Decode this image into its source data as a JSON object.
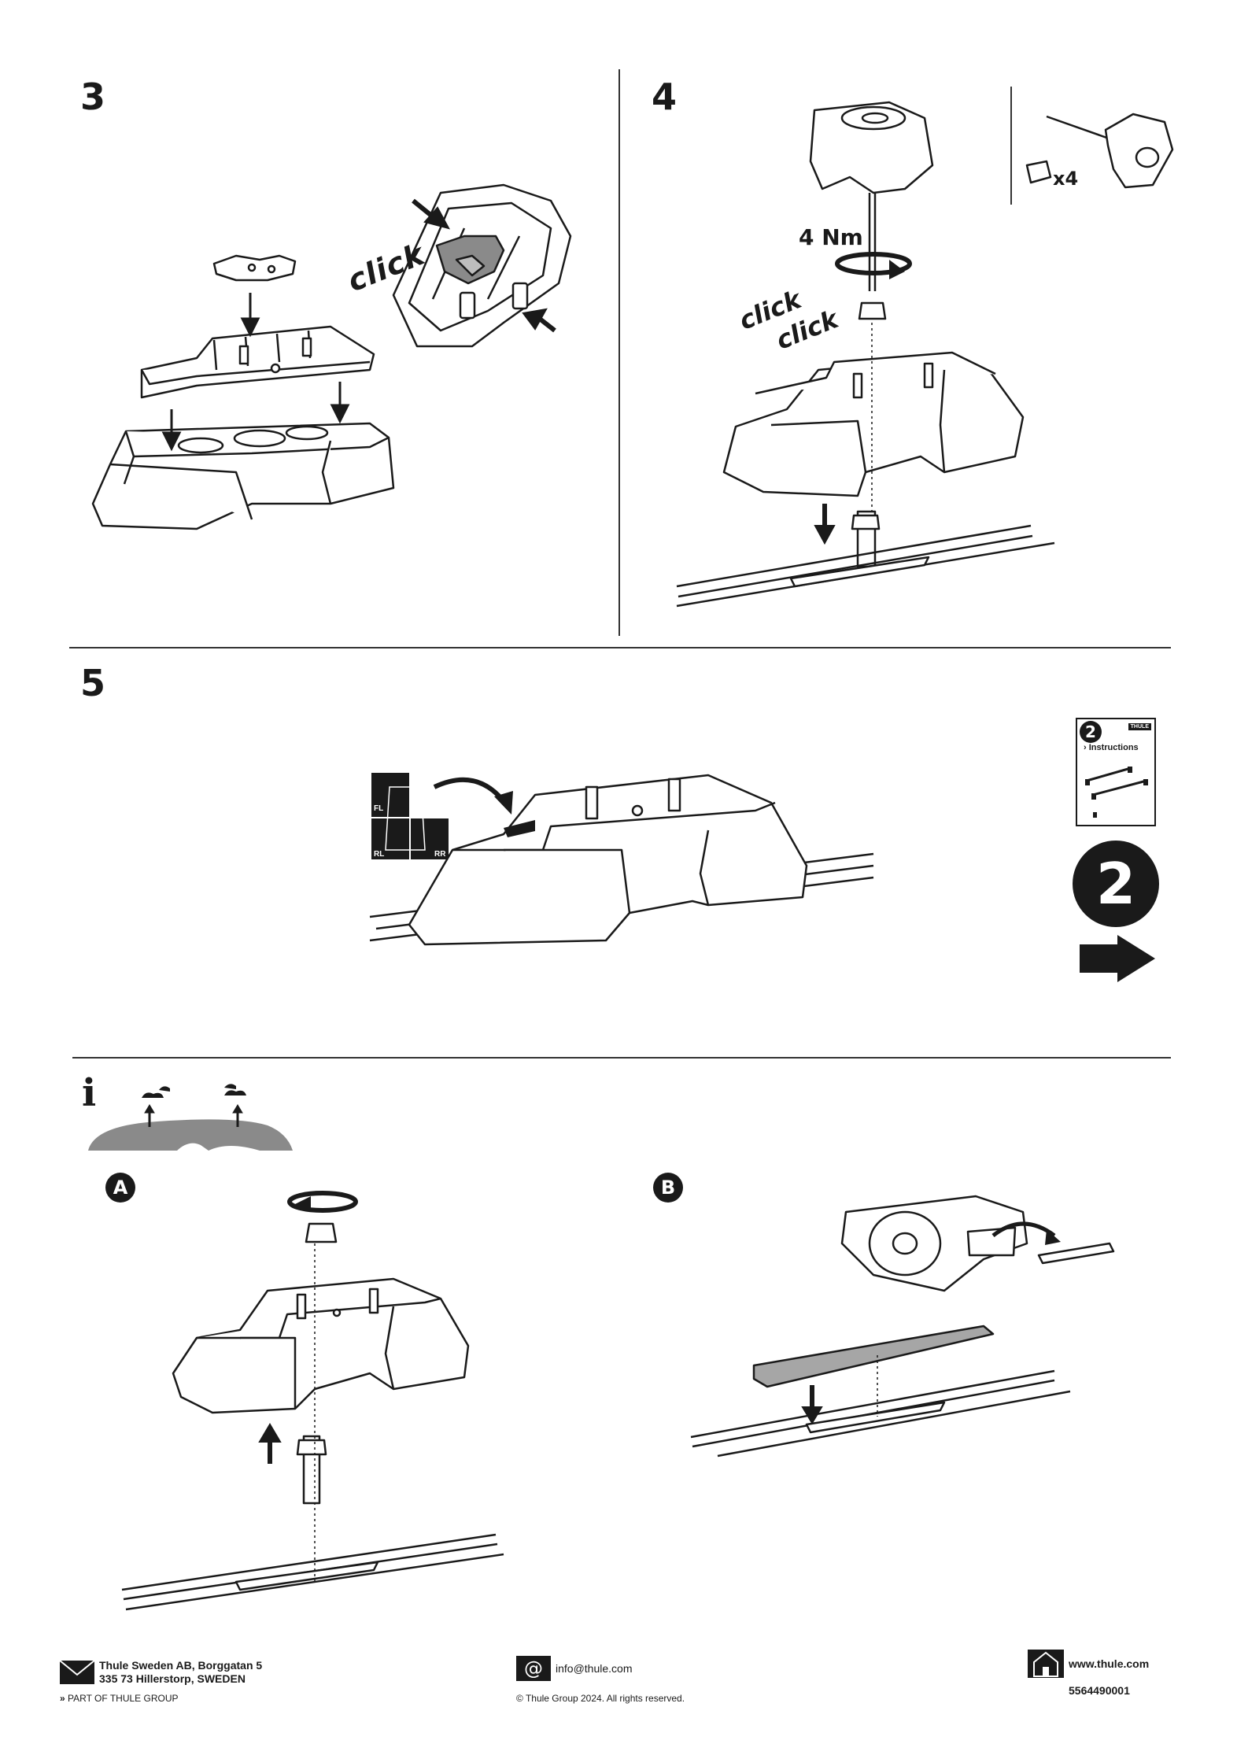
{
  "steps": {
    "step3": {
      "number": "3",
      "click_label": "click"
    },
    "step4": {
      "number": "4",
      "torque": "4 Nm",
      "click_label_1": "click",
      "click_label_2": "click",
      "quantity": "x4"
    },
    "step5": {
      "number": "5",
      "pos_fl": "FL",
      "pos_rl": "RL",
      "pos_rr": "RR"
    }
  },
  "next_instructions": {
    "booklet_number": "2",
    "booklet_brand": "THULE",
    "booklet_title": "› Instructions",
    "circle_number": "2"
  },
  "info": {
    "icon": "info-icon",
    "label": "i",
    "option_a": "A",
    "option_b": "B"
  },
  "footer": {
    "address_line1": "Thule Sweden AB, Borggatan 5",
    "address_line2": "335 73 Hillerstorp, SWEDEN",
    "group": "PART OF THULE GROUP",
    "email": "info@thule.com",
    "copyright": "© Thule Group 2024. All rights reserved.",
    "website": "www.thule.com",
    "doc_number": "5564490001"
  },
  "icons": [
    "envelope-icon",
    "email-at-icon",
    "house-icon",
    "arrow-right-icon",
    "chevron-double-icon"
  ],
  "colors": {
    "ink": "#1a1a1a",
    "shade": "#8a8a8a",
    "rule": "#333333"
  }
}
